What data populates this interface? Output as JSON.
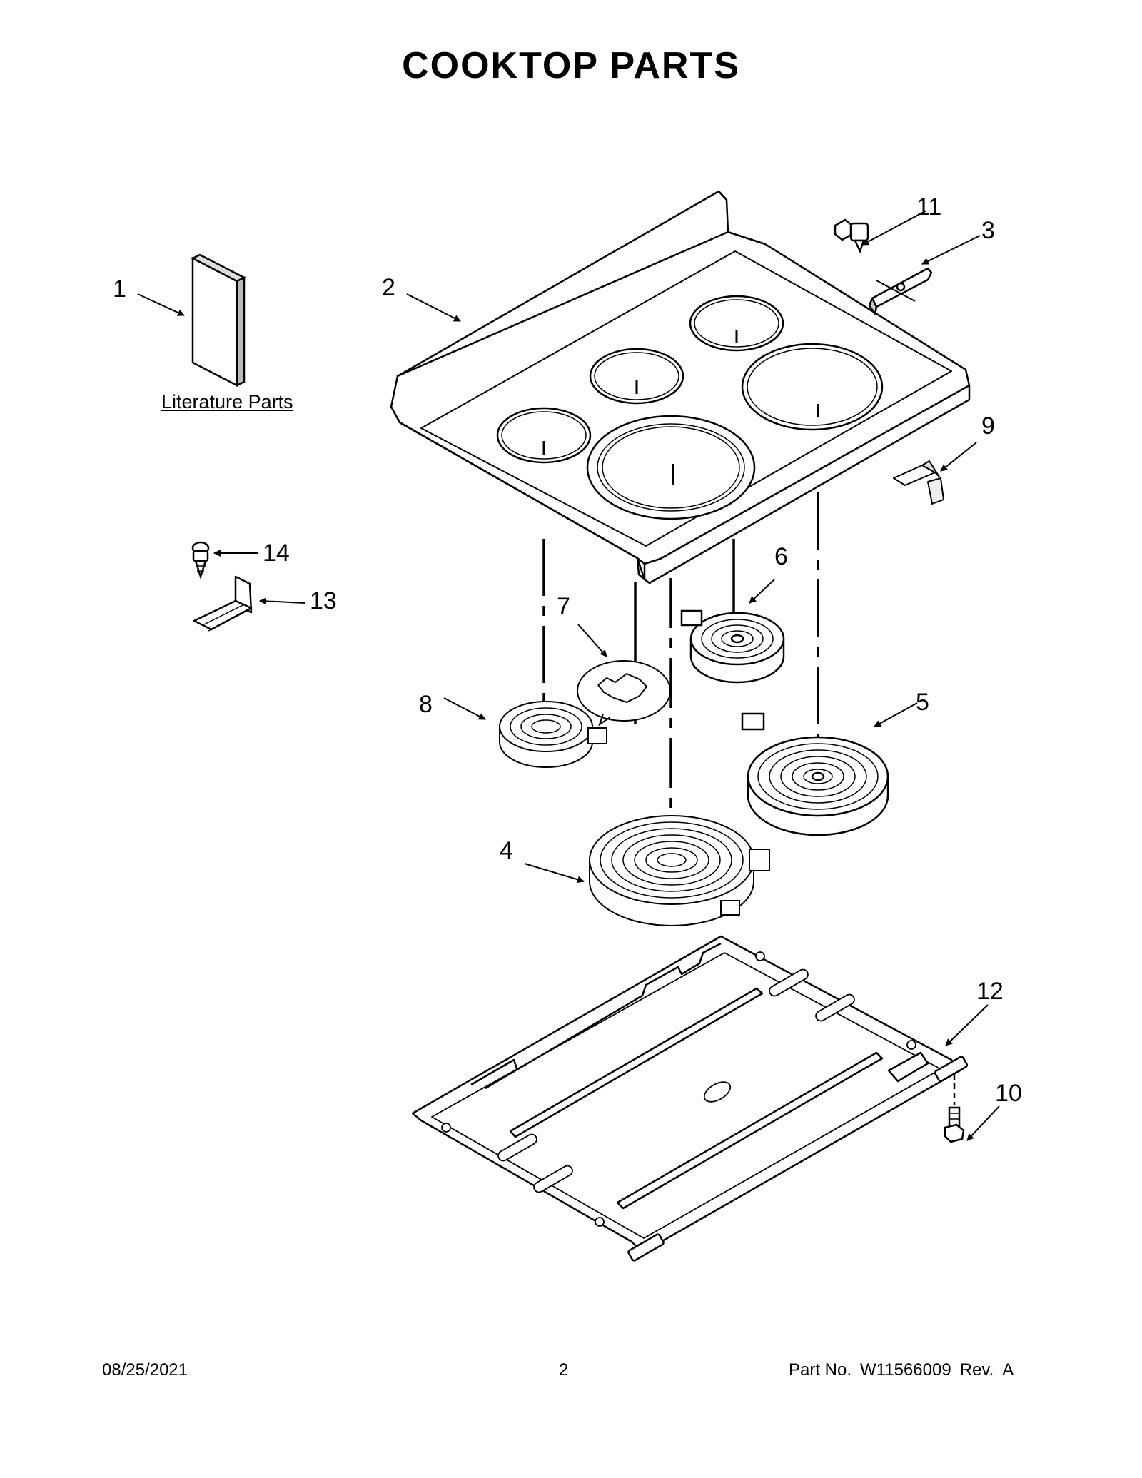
{
  "title": "COOKTOP PARTS",
  "literature_label": "Literature Parts",
  "callouts": {
    "c1": "1",
    "c2": "2",
    "c3": "3",
    "c4": "4",
    "c5": "5",
    "c6": "6",
    "c7": "7",
    "c8": "8",
    "c9": "9",
    "c10": "10",
    "c11": "11",
    "c12": "12",
    "c13": "13",
    "c14": "14"
  },
  "footer": {
    "date": "08/25/2021",
    "page": "2",
    "part_label": "Part No.",
    "part_number": "W11566009",
    "rev_label": "Rev.",
    "rev": "A"
  }
}
